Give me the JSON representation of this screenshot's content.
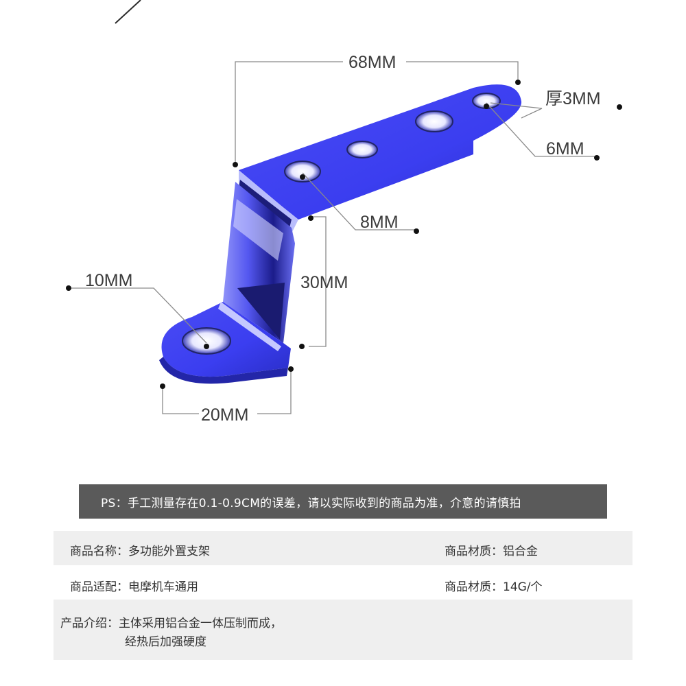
{
  "dimensions": {
    "length": "68MM",
    "thickness": "厚3MM",
    "small_hole": "6MM",
    "medium_hole": "8MM",
    "height": "30MM",
    "large_hole": "10MM",
    "width": "20MM"
  },
  "colors": {
    "bracket_blue": "#3b3ef0",
    "highlight": "#c8ccff",
    "banner_gray": "#5a5a5a",
    "row_gray": "#efefef"
  },
  "notice": "PS：手工测量存在0.1-0.9CM的误差，请以实际收到的商品为准，介意的请慎拍",
  "specs": {
    "name": "商品名称：多功能外置支架",
    "material": "商品材质：铝合金",
    "fit": "商品适配：电摩机车通用",
    "weight": "商品材质：14G/个",
    "intro_line1": "产品介绍：主体采用铝合金一体压制而成，",
    "intro_line2": "经热后加强硬度"
  }
}
